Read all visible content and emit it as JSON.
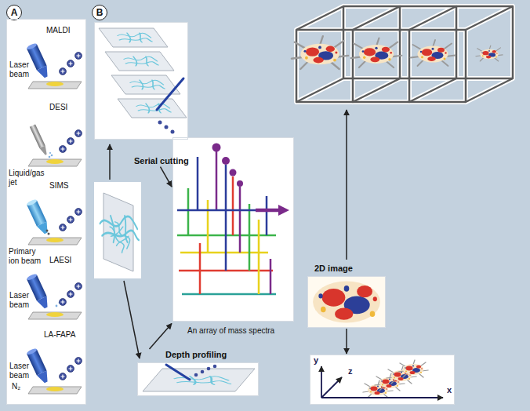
{
  "diagram": {
    "nodes": [
      {
        "text": [
          "A"
        ]
      },
      {
        "text": [
          "MALDI",
          "Laser beam",
          "DESI",
          "Liquid/gas jet",
          "SIMS",
          "Primary ion beam",
          "LAESI",
          "Laser beam",
          "LA-FAPA",
          "Laser beam",
          "N₂"
        ]
      },
      {
        "text": [
          "B"
        ]
      },
      {
        "text": [
          "Serial cutting"
        ]
      },
      {
        "text": [
          "An array of mass spectra"
        ]
      },
      {
        "text": [
          "Depth profiling"
        ]
      },
      {
        "text": [
          "2D image"
        ]
      },
      {
        "text": [
          "y",
          "z",
          "x"
        ]
      }
    ],
    "edges": [
      {
        "from": 3,
        "to": 4,
        "arrow": "to"
      },
      {
        "from": 5,
        "to": 4,
        "arrow": "to"
      },
      {
        "from": 6,
        "to": 7,
        "arrow": "to"
      }
    ]
  }
}
